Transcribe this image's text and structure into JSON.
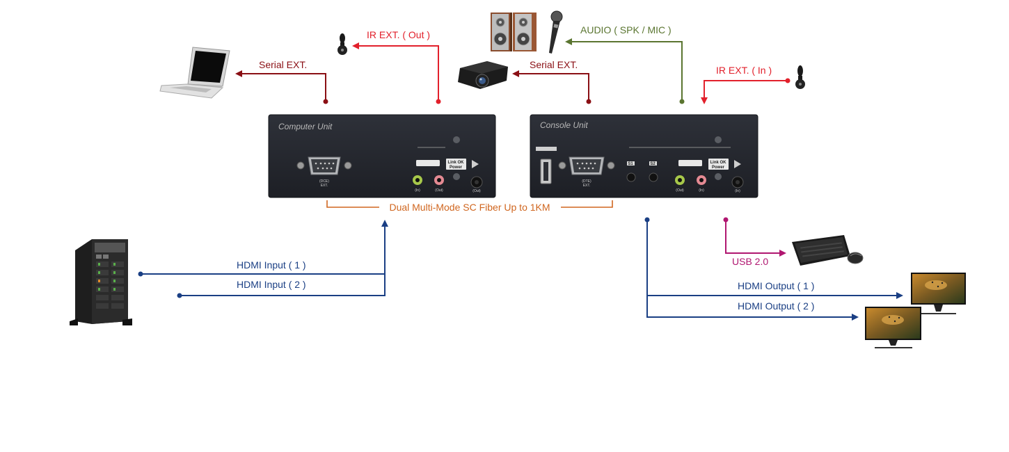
{
  "labels": {
    "ir_out": "IR EXT. ( Out )",
    "serial_left": "Serial EXT.",
    "serial_right": "Serial EXT.",
    "audio": "AUDIO ( SPK / MIC )",
    "ir_in": "IR EXT. ( In )",
    "fiber": "Dual Multi-Mode SC Fiber Up to 1KM",
    "hdmi_in_1": "HDMI Input ( 1 )",
    "hdmi_in_2": "HDMI Input ( 2 )",
    "usb": "USB 2.0",
    "hdmi_out_1": "HDMI Output ( 1 )",
    "hdmi_out_2": "HDMI Output ( 2 )"
  },
  "units": {
    "computer_title": "Computer Unit",
    "console_title": "Console Unit",
    "dce_label": "(DCE)",
    "ext_label": "EXT.",
    "dte_label": "(DTE)",
    "in_label": "(In)",
    "out_label": "(Out)",
    "link_ok": "Link OK",
    "power": "Power",
    "s1": "S1",
    "s2": "S2"
  },
  "colors": {
    "dark_red": "#8a0f14",
    "red": "#e2202b",
    "green": "#5a7530",
    "orange": "#d0661f",
    "blue": "#1a3f84",
    "magenta": "#b01670",
    "panel": "#23262d"
  },
  "icons": [
    "laptop-icon",
    "ir-receiver-icon",
    "speakers-icon",
    "microphone-icon",
    "projector-icon",
    "ir-emitter-icon",
    "server-tower-icon",
    "keyboard-mouse-icon",
    "monitor-icon"
  ]
}
